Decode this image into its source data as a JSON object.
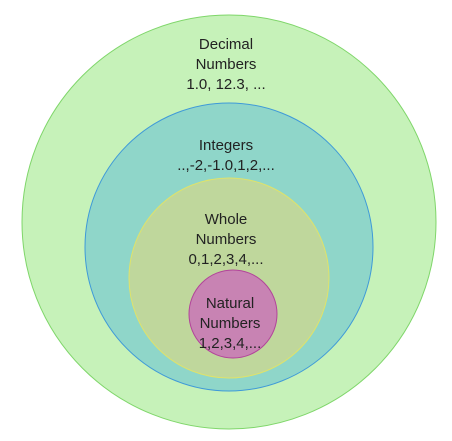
{
  "diagram": {
    "sets": [
      {
        "name_line1": "Decimal",
        "name_line2": "Numbers",
        "examples": "1.0, 12.3, ...",
        "fill": "#c6f2b9",
        "stroke": "#7fd66a"
      },
      {
        "name_line1": "Integers",
        "examples": "..,-2,-1.0,1,2,...",
        "fill": "#8fd6c9",
        "stroke": "#3f9ad8"
      },
      {
        "name_line1": "Whole",
        "name_line2": "Numbers",
        "examples": "0,1,2,3,4,...",
        "fill": "#bfd79c",
        "stroke": "#dfe36a"
      },
      {
        "name_line1": "Natural",
        "name_line2": "Numbers",
        "examples": "1,2,3,4,...",
        "fill": "#c883b3",
        "stroke": "#b2449a"
      }
    ]
  }
}
